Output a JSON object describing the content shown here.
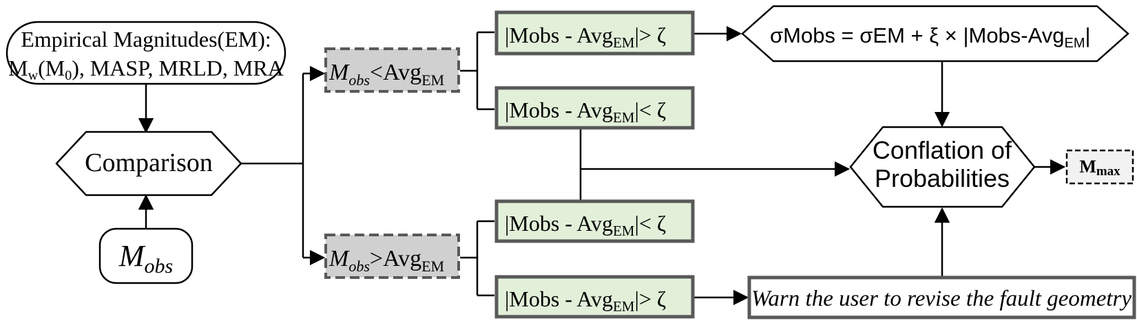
{
  "empirical": {
    "line1": "Empirical Magnitudes(EM):",
    "mw_base": "M",
    "mw_sub": "w",
    "m0_base": "(M",
    "m0_sub": "0",
    "m0_tail": "),",
    "rest": "MASP, MRLD, MRA"
  },
  "comparison": {
    "label": "Comparison"
  },
  "mobs_input": {
    "base": "M",
    "sub": "obs"
  },
  "cond_less": {
    "m": "M",
    "sub": "obs",
    "op": "<",
    "avg": "Avg",
    "avg_sub": "EM"
  },
  "cond_greater": {
    "m": "M",
    "sub": "obs",
    "op": ">",
    "avg": "Avg",
    "avg_sub": "EM"
  },
  "checks": {
    "gt": {
      "text": "|Mobs - Avg",
      "sub": "EM",
      "tail": "|> ζ"
    },
    "lt": {
      "text": "|Mobs - Avg",
      "sub": "EM",
      "tail": "|< ζ"
    }
  },
  "sigma": {
    "text": "σMobs = σEM + ξ × |Mobs-Avg",
    "sub": "EM",
    "tail": "|"
  },
  "conflation": {
    "line1": "Conflation of",
    "line2": "Probabilities"
  },
  "warn": {
    "label": "Warn the user to revise the fault geometry"
  },
  "mmax": {
    "base": "M",
    "sub": "max"
  },
  "colors": {
    "check_fill": "#e2f0d9",
    "cond_fill": "#d0d0d0",
    "border_gray": "#595959",
    "mmax_fill": "#f2f2f2",
    "line": "#000000"
  }
}
